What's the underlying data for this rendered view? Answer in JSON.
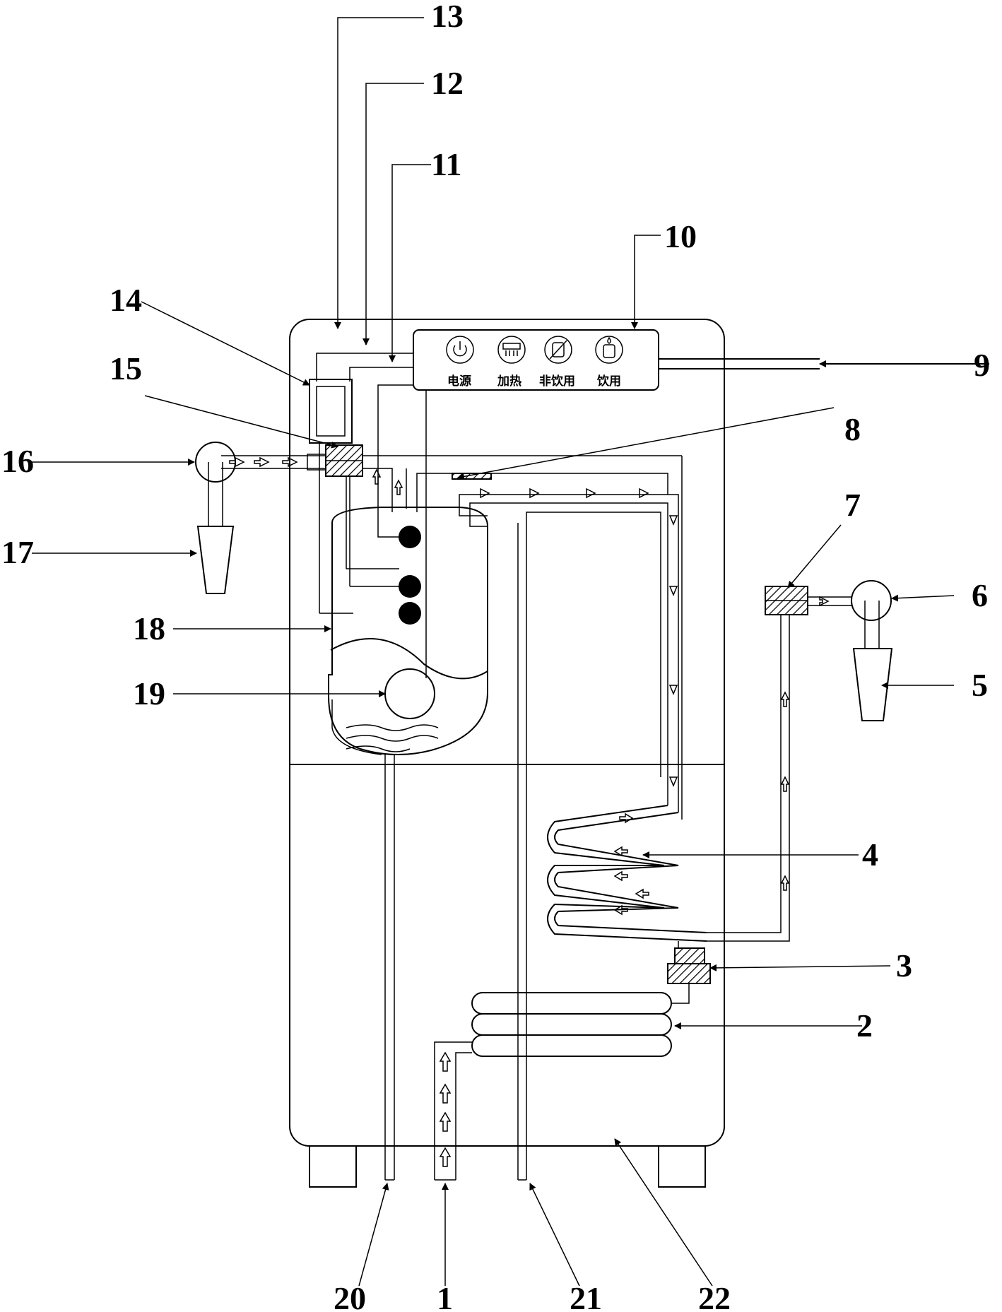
{
  "labels": {
    "l1": "1",
    "l2": "2",
    "l3": "3",
    "l4": "4",
    "l5": "5",
    "l6": "6",
    "l7": "7",
    "l8": "8",
    "l9": "9",
    "l10": "10",
    "l11": "11",
    "l12": "12",
    "l13": "13",
    "l14": "14",
    "l15": "15",
    "l16": "16",
    "l17": "17",
    "l18": "18",
    "l19": "19",
    "l20": "20",
    "l21": "21",
    "l22": "22"
  },
  "panel": {
    "power": "电源",
    "heat": "加热",
    "non_drink": "非饮用",
    "drink": "饮用"
  },
  "icons": [
    "power-icon",
    "heating-icon",
    "non-drinking-water-icon",
    "drinking-water-icon"
  ]
}
